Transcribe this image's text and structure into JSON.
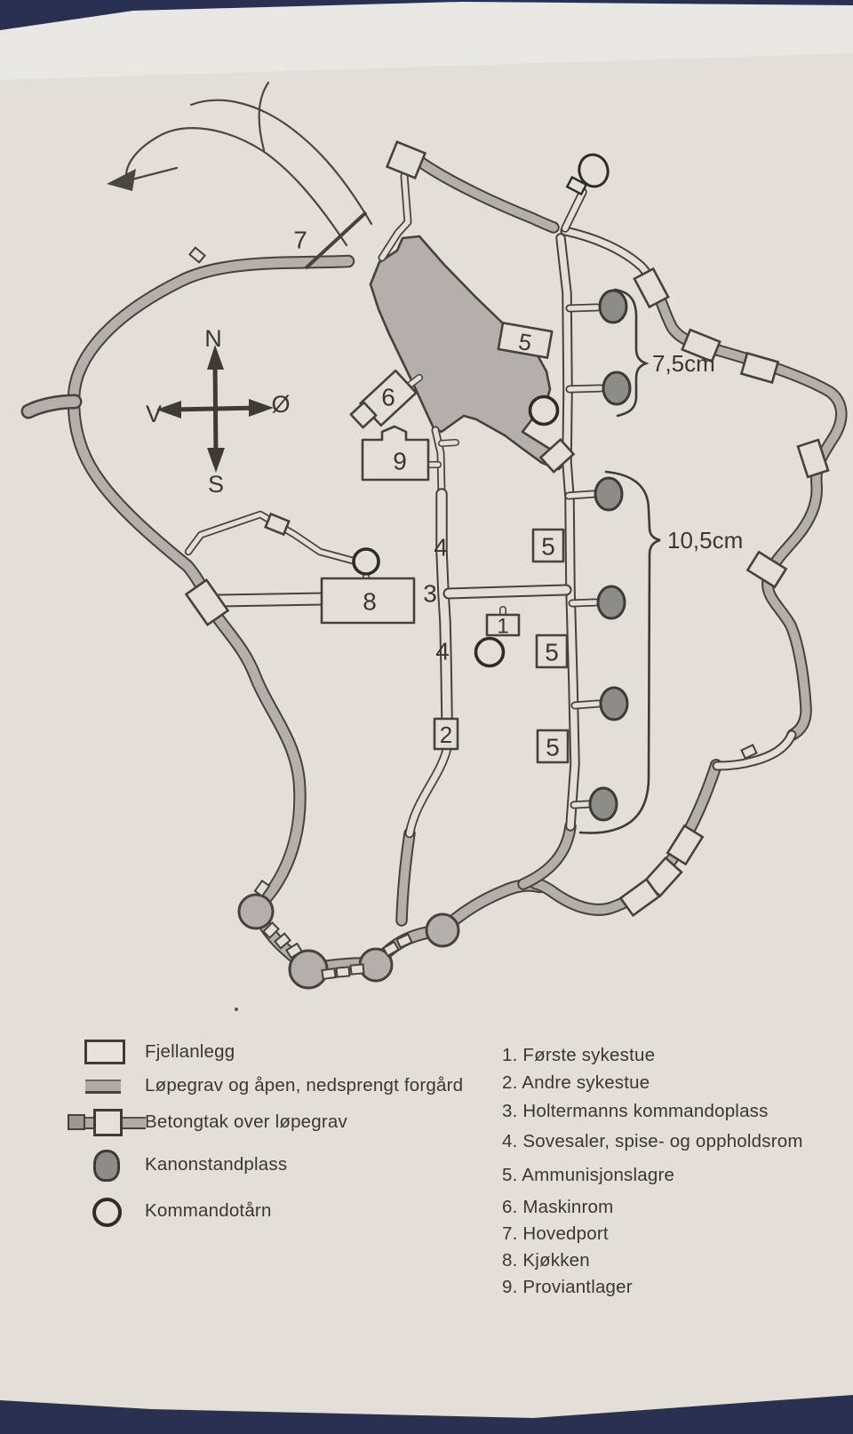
{
  "page": {
    "backdrop_color": "#2a3150",
    "paper_color": "#e2dfd8",
    "ink_color": "#3a3733"
  },
  "map": {
    "colors": {
      "trench_fill": "#b3b0ab",
      "gun_fill": "#8e8c89"
    },
    "compass": {
      "north": "N",
      "south": "S",
      "west": "V",
      "east": "Ø"
    },
    "calibers": {
      "upper_battery": "7,5cm",
      "lower_battery": "10,5cm"
    },
    "room_labels": {
      "hovedport": "7",
      "maskinrom": "6",
      "proviantlager": "9",
      "kjokken": "8",
      "kommandoplass": "3",
      "sovesal_nord": "4",
      "sovesal_sor": "4",
      "forste_sykestue": "1",
      "andre_sykestue": "2",
      "ammo_1": "5",
      "ammo_2": "5",
      "ammo_3": "5",
      "ammo_4": "5"
    }
  },
  "legend": {
    "items": [
      {
        "symbol": "fjellanlegg-symbol",
        "label": "Fjellanlegg"
      },
      {
        "symbol": "lopegrav-symbol",
        "label": "Løpegrav og åpen, nedsprengt forgård"
      },
      {
        "symbol": "betongtak-symbol",
        "label": "Betongtak over løpegrav"
      },
      {
        "symbol": "kanonstandplass-symbol",
        "label": "Kanonstandplass"
      },
      {
        "symbol": "kommandotarn-symbol",
        "label": "Kommandotårn"
      }
    ]
  },
  "room_key": {
    "items": [
      "1. Første sykestue",
      "2. Andre sykestue",
      "3. Holtermanns kommandoplass",
      "4. Sovesaler, spise- og oppholdsrom",
      "5. Ammunisjonslagre",
      "6. Maskinrom",
      "7. Hovedport",
      "8. Kjøkken",
      "9. Proviantlager"
    ]
  }
}
